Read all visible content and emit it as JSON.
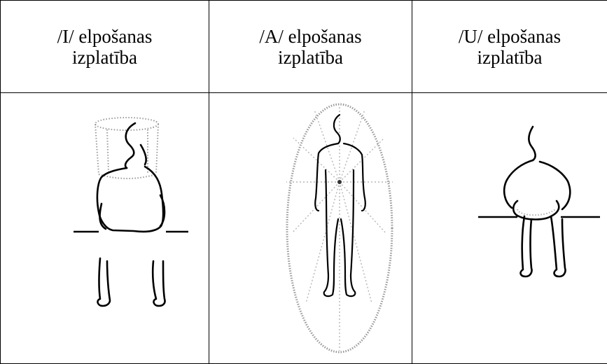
{
  "table": {
    "columns": [
      {
        "header_line1": "/I/ elpošanas",
        "header_line2": "izplatība",
        "figure": "seated-figure-upper-breathing"
      },
      {
        "header_line1": "/A/ elpošanas",
        "header_line2": "izplatība",
        "figure": "standing-figure-full-aura"
      },
      {
        "header_line1": "/U/ elpošanas",
        "header_line2": "izplatība",
        "figure": "seated-figure-lower-breathing"
      }
    ]
  }
}
